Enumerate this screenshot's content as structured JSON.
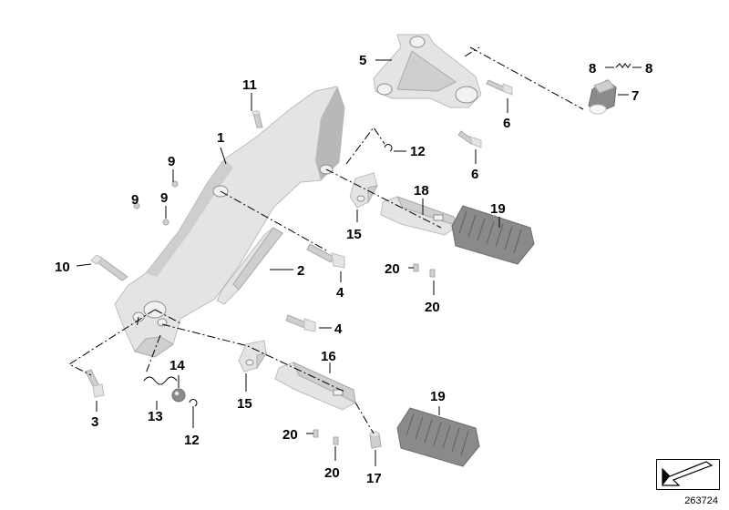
{
  "diagram": {
    "labels": {
      "l1": "1",
      "l2": "2",
      "l3": "3",
      "l4a": "4",
      "l4b": "4",
      "l5": "5",
      "l6a": "6",
      "l6b": "6",
      "l7": "7",
      "l8a": "8",
      "l8b": "8",
      "l9a": "9",
      "l9b": "9",
      "l9c": "9",
      "l10": "10",
      "l11": "11",
      "l12a": "12",
      "l12b": "12",
      "l13": "13",
      "l14": "14",
      "l15a": "15",
      "l15b": "15",
      "l16": "16",
      "l17": "17",
      "l18": "18",
      "l19a": "19",
      "l19b": "19",
      "l20a": "20",
      "l20b": "20",
      "l20c": "20",
      "l20d": "20"
    },
    "reference_number": "263724",
    "icons": {
      "corner": "direction-arrow-icon"
    },
    "colors": {
      "part_light": "#e4e4e4",
      "part_dark": "#8a8a8a",
      "line": "#000000"
    }
  }
}
